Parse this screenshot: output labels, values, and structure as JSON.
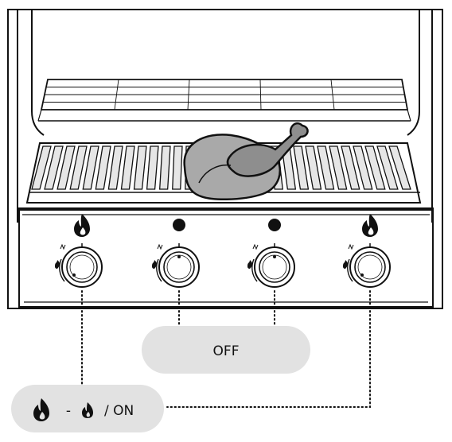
{
  "colors": {
    "line": "#111111",
    "bubble": "#e2e2e2",
    "poultry": "#a9a9a9",
    "poultry_dark": "#8e8e8e",
    "grate_fill": "#e6e6e6"
  },
  "icons": {
    "burner_on_high": "flame-icon",
    "burner_off": "filled-dot-icon",
    "legend_high": "large-flame-icon",
    "legend_low": "small-flame-icon",
    "food": "roast-chicken-icon"
  },
  "burners": [
    {
      "state": "on",
      "indicator": "flame-icon"
    },
    {
      "state": "off",
      "indicator": "filled-dot-icon"
    },
    {
      "state": "off",
      "indicator": "filled-dot-icon"
    },
    {
      "state": "on",
      "indicator": "flame-icon"
    }
  ],
  "labels": {
    "off": "OFF",
    "on_dash": "-",
    "on_text": "/ ON"
  }
}
